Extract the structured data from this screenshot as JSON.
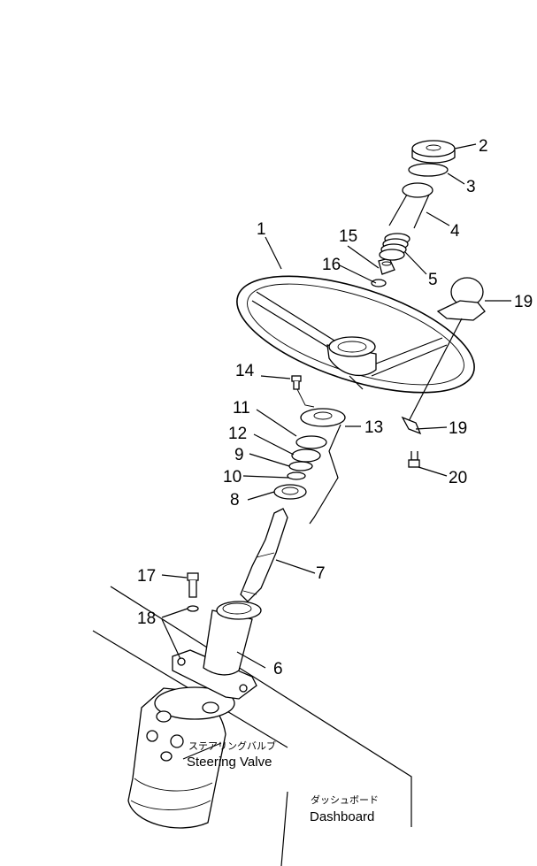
{
  "callouts": {
    "p1": "1",
    "p2": "2",
    "p3": "3",
    "p4": "4",
    "p5": "5",
    "p6": "6",
    "p7": "7",
    "p8": "8",
    "p9": "9",
    "p10": "10",
    "p11": "11",
    "p12": "12",
    "p13": "13",
    "p14": "14",
    "p15": "15",
    "p16": "16",
    "p17": "17",
    "p18": "18",
    "p19a": "19",
    "p19b": "19",
    "p20": "20"
  },
  "labels": {
    "steering_valve_jp": "ステアリングバルブ",
    "steering_valve_en": "Steering Valve",
    "dashboard_jp": "ダッシュボード",
    "dashboard_en": "Dashboard"
  }
}
